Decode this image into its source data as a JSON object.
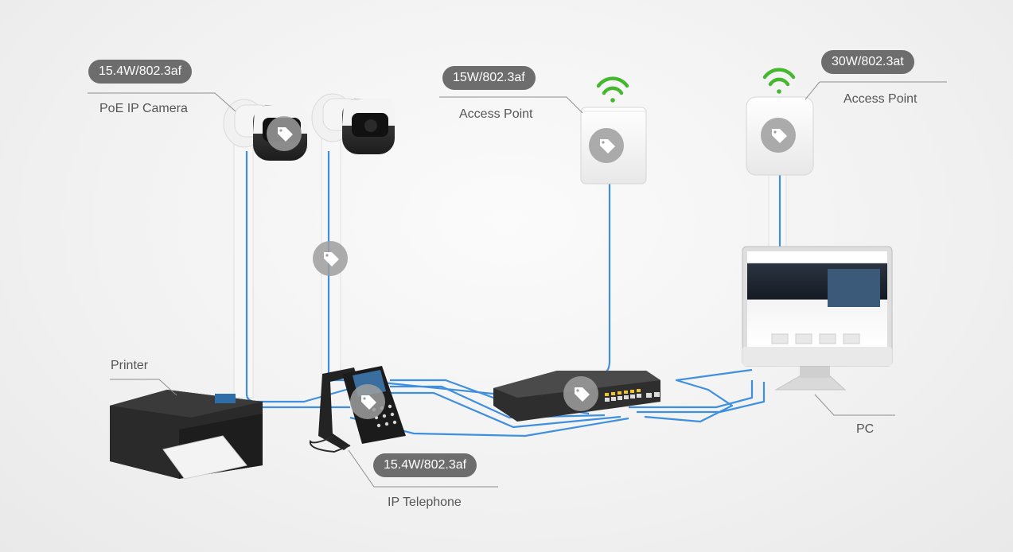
{
  "devices": [
    {
      "id": "camera",
      "label": "PoE IP Camera",
      "power": "15.4W/802.3af"
    },
    {
      "id": "ap1",
      "label": "Access Point",
      "power": "15W/802.3af"
    },
    {
      "id": "ap2",
      "label": "Access Point",
      "power": "30W/802.3at"
    },
    {
      "id": "printer",
      "label": "Printer"
    },
    {
      "id": "phone",
      "label": "IP Telephone",
      "power": "15.4W/802.3af"
    },
    {
      "id": "pc",
      "label": "PC"
    }
  ],
  "colors": {
    "cable": "#3f8fe0",
    "wifi": "#46b82f",
    "badge": "#6d6d6d",
    "leader": "#8e8e8e",
    "tag": "#9e9e9e"
  },
  "icons": [
    "wifi-icon",
    "tag-icon"
  ]
}
